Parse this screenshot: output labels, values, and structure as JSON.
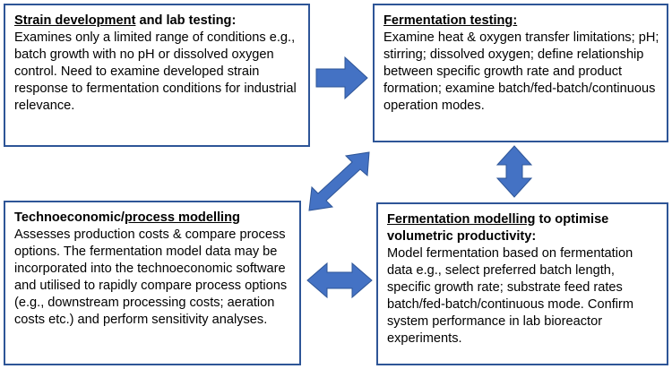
{
  "colors": {
    "box_border": "#2e5597",
    "arrow_fill": "#4472c4",
    "arrow_stroke": "#2e5597"
  },
  "boxes": {
    "strain": {
      "title_underlined": "Strain development",
      "title_rest": " and lab testing:",
      "body": "Examines only a limited range of conditions e.g., batch growth with no pH or dissolved oxygen control. Need to examine developed strain response to fermentation conditions for industrial relevance."
    },
    "fermentation_testing": {
      "title_underlined": "Fermentation testing:",
      "title_rest": "",
      "body": "Examine heat & oxygen transfer limitations; pH; stirring; dissolved oxygen; define relationship between specific growth rate and product formation; examine batch/fed-batch/continuous operation modes."
    },
    "technoeconomic": {
      "title_plain": "Technoeconomic/",
      "title_underlined": "process modelling",
      "body": "Assesses production costs & compare process options. The fermentation model data may be incorporated into the technoeconomic software and utilised to rapidly compare process options (e.g., downstream processing costs; aeration costs etc.) and perform sensitivity analyses."
    },
    "fermentation_modelling": {
      "title_underlined": "Fermentation modelling",
      "title_rest": " to optimise volumetric productivity:",
      "body": "Model fermentation based on fermentation data e.g., select preferred batch length, specific growth rate; substrate feed rates batch/fed-batch/continuous mode. Confirm system performance in lab bioreactor experiments."
    }
  },
  "arrows": [
    {
      "name": "strain-to-fermentation-testing",
      "direction": "right"
    },
    {
      "name": "fermentation-testing-to-technoeconomic",
      "direction": "bidirectional-diagonal"
    },
    {
      "name": "fermentation-testing-to-modelling",
      "direction": "bidirectional-vertical"
    },
    {
      "name": "technoeconomic-to-modelling",
      "direction": "bidirectional-horizontal"
    }
  ]
}
